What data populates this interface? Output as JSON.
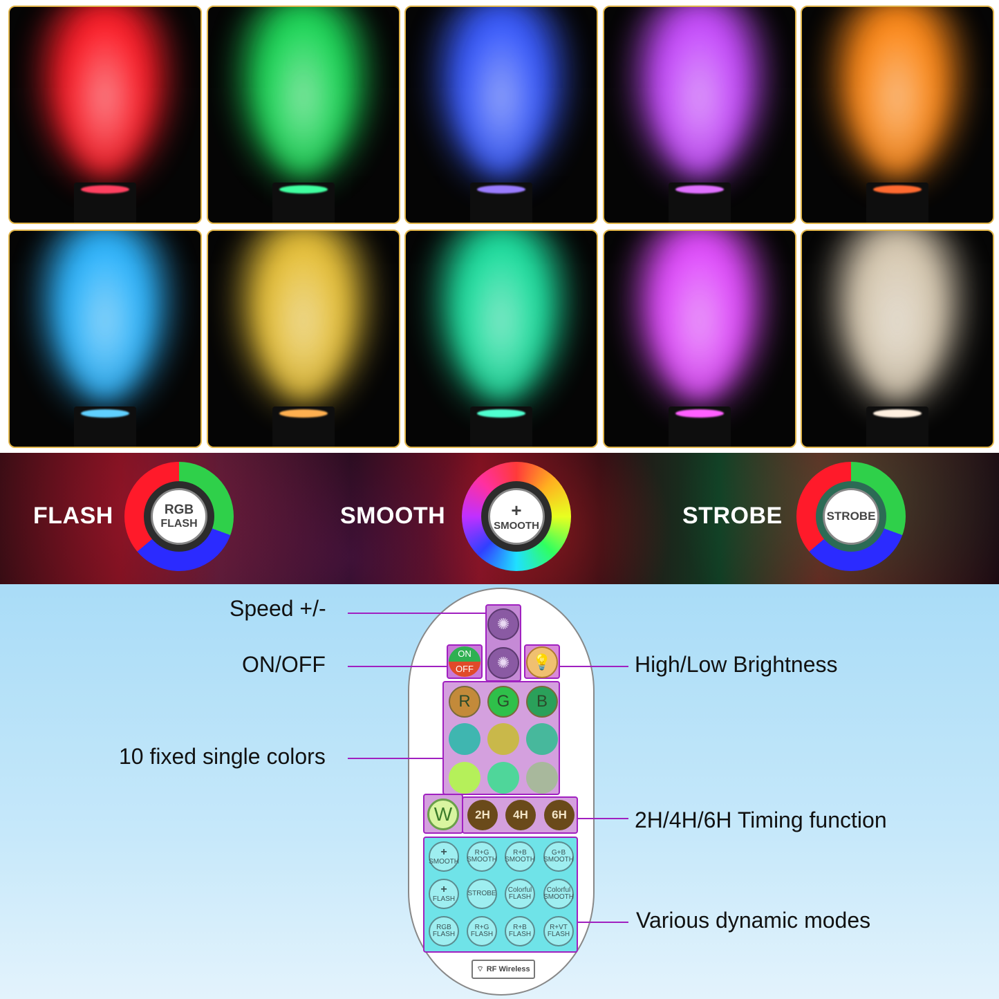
{
  "tiles": [
    {
      "color": "#ff1f2a",
      "lens": "#ff4060"
    },
    {
      "color": "#1fd95a",
      "lens": "#40ffa0"
    },
    {
      "color": "#3a5cff",
      "lens": "#9a7cff"
    },
    {
      "color": "#c84dff",
      "lens": "#e070ff"
    },
    {
      "color": "#ff8a1a",
      "lens": "#ff6a30"
    },
    {
      "color": "#2fb6ff",
      "lens": "#60d0ff"
    },
    {
      "color": "#e9c23a",
      "lens": "#ffb050"
    },
    {
      "color": "#1fe0a0",
      "lens": "#50ffd0"
    },
    {
      "color": "#e24dff",
      "lens": "#ff60ff"
    },
    {
      "color": "#d9cbb3",
      "lens": "#fff0e0"
    }
  ],
  "modes": {
    "flash": {
      "label": "FLASH",
      "button_line1": "RGB",
      "button_line2": "FLASH"
    },
    "smooth": {
      "label": "SMOOTH",
      "button_line1": "+",
      "button_line2": "SMOOTH"
    },
    "strobe": {
      "label": "STROBE",
      "button_line1": "STROBE"
    }
  },
  "callouts": {
    "speed": "Speed +/-",
    "onoff": "ON/OFF",
    "brightness": "High/Low Brightness",
    "colors": "10 fixed single colors",
    "timing": "2H/4H/6H Timing function",
    "dynamic": "Various dynamic modes"
  },
  "remote": {
    "on": "ON",
    "off": "OFF",
    "rgb": [
      "R",
      "G",
      "B"
    ],
    "color_buttons": [
      "#3fb6b0",
      "#c9b84a",
      "#47b89c",
      "#b5f05a",
      "#4fd69a",
      "#a8b89c"
    ],
    "w": "W",
    "timers": [
      "2H",
      "4H",
      "6H"
    ],
    "modes": [
      [
        "+",
        "SMOOTH"
      ],
      [
        "R+G",
        "SMOOTH"
      ],
      [
        "R+B",
        "SMOOTH"
      ],
      [
        "G+B",
        "SMOOTH"
      ],
      [
        "+",
        "FLASH"
      ],
      [
        "STROBE",
        ""
      ],
      [
        "Colorful",
        "FLASH"
      ],
      [
        "Colorful",
        "SMOOTH"
      ],
      [
        "RGB",
        "FLASH"
      ],
      [
        "R+G",
        "FLASH"
      ],
      [
        "R+B",
        "FLASH"
      ],
      [
        "R+VT",
        "FLASH"
      ]
    ],
    "rf": "RF Wireless"
  }
}
